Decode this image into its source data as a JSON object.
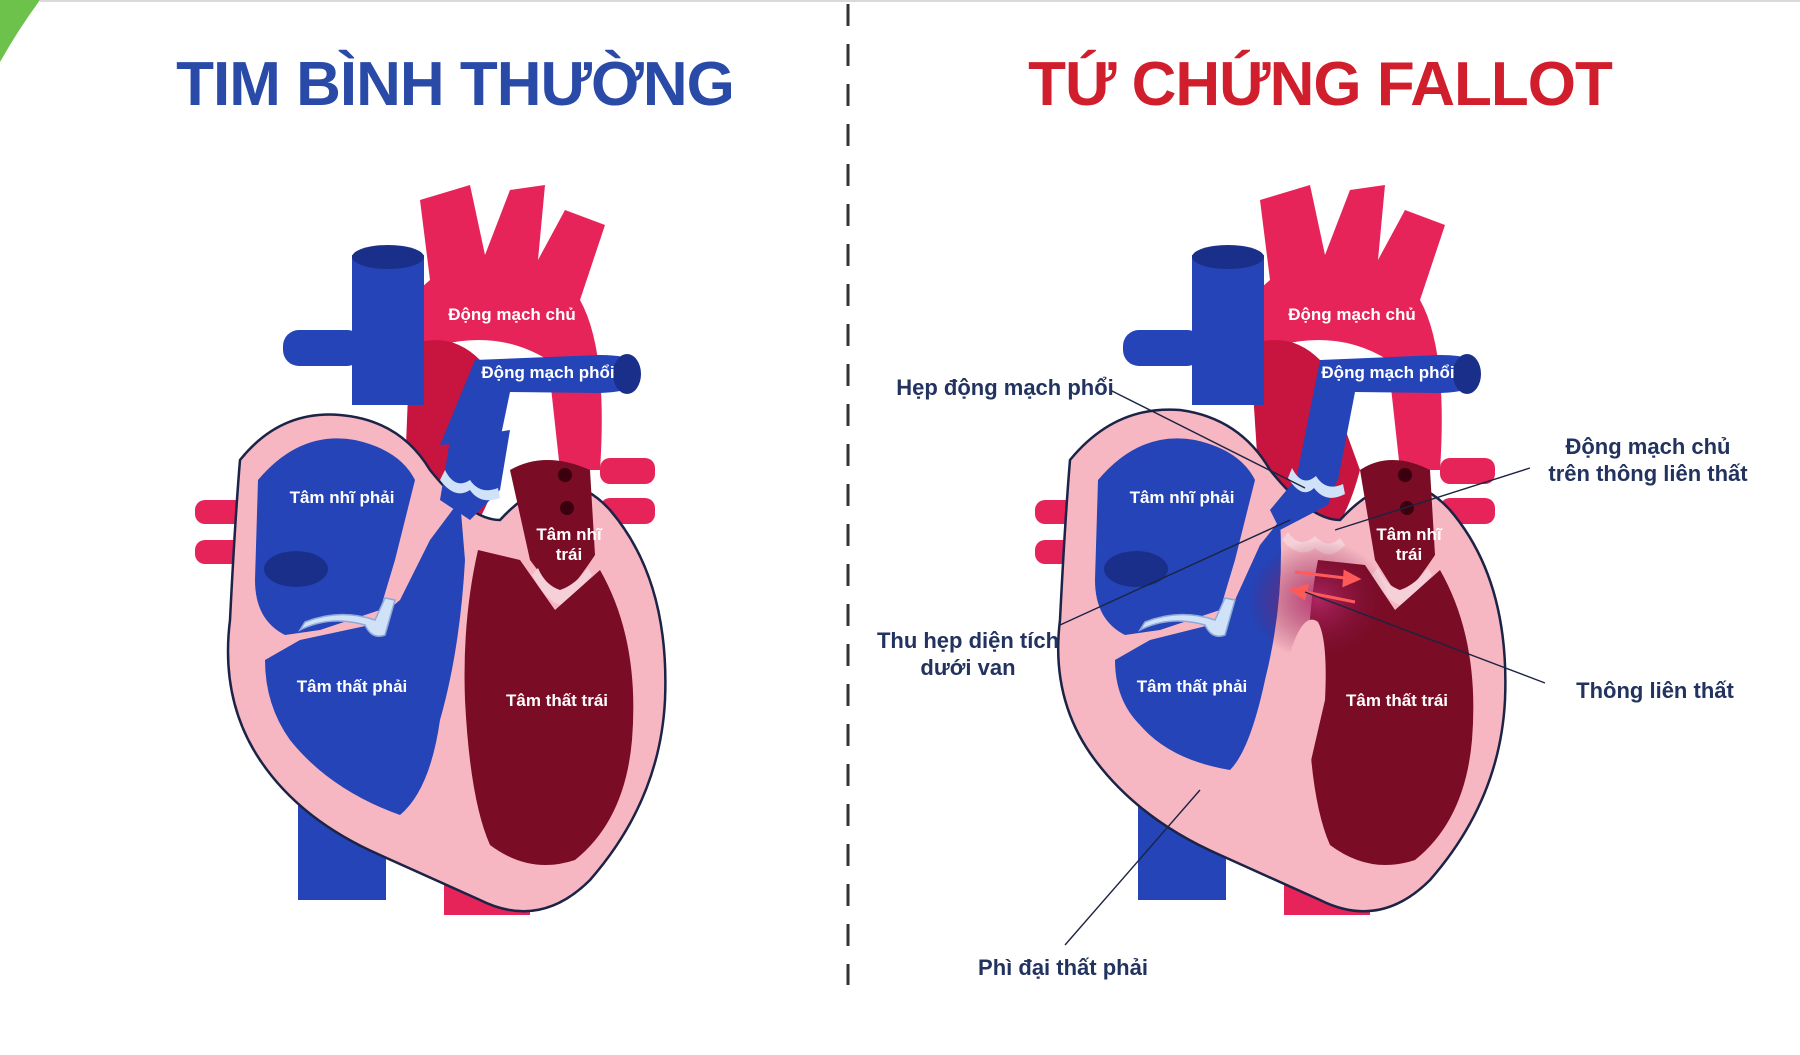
{
  "colors": {
    "vein_blue": "#2444b8",
    "vein_dark": "#1a2f8a",
    "artery_red": "#e6245a",
    "artery_dark": "#c8153f",
    "wall_pink": "#f6b7c2",
    "wall_outline": "#1b2347",
    "lv_maroon": "#7b0c25",
    "normal_title": "#2a4aa8",
    "fallot_title": "#d11e2d",
    "callout_text": "#23335f",
    "accent_green": "#6cc24a"
  },
  "normal": {
    "title": "TIM BÌNH THƯỜNG",
    "labels": {
      "aorta": "Động mạch chủ",
      "pulmonary_artery": "Động mạch phổi",
      "right_atrium": "Tâm nhĩ phải",
      "left_atrium_1": "Tâm nhĩ",
      "left_atrium_2": "trái",
      "right_ventricle": "Tâm thất phải",
      "left_ventricle": "Tâm thất trái"
    }
  },
  "fallot": {
    "title": "TỨ CHỨNG FALLOT",
    "labels": {
      "aorta": "Động mạch chủ",
      "pulmonary_artery": "Động mạch phổi",
      "right_atrium": "Tâm nhĩ phải",
      "left_atrium_1": "Tâm nhĩ",
      "left_atrium_2": "trái",
      "right_ventricle": "Tâm thất phải",
      "left_ventricle": "Tâm thất trái"
    },
    "callouts": {
      "pulmonary_stenosis": "Hẹp động mạch phổi",
      "overriding_aorta_1": "Động mạch chủ",
      "overriding_aorta_2": "trên thông liên thất",
      "infundibular_1": "Thu hẹp diện tích",
      "infundibular_2": "dưới van",
      "vsd": "Thông liên thất",
      "rv_hypertrophy": "Phì đại thất phải"
    }
  }
}
